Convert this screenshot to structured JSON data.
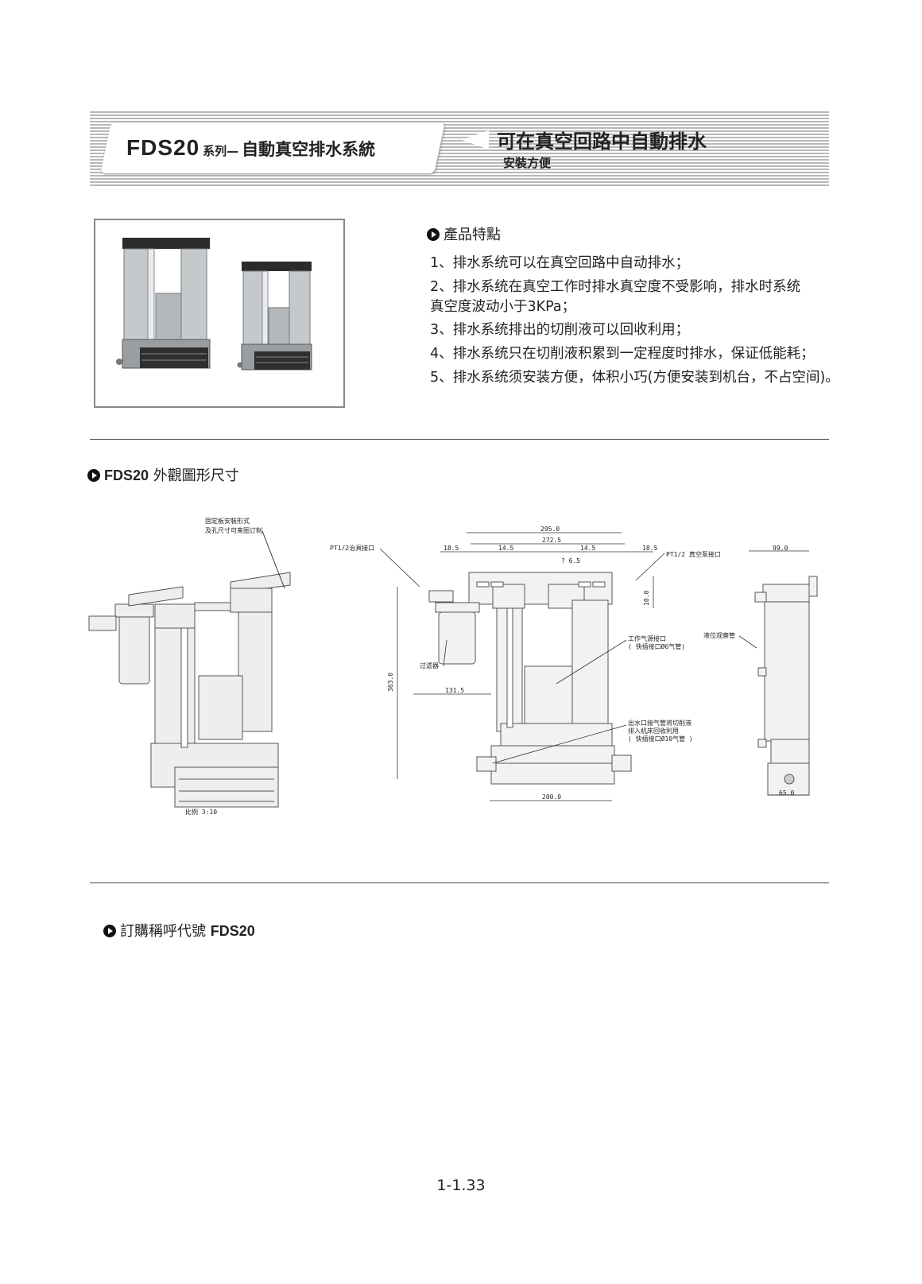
{
  "banner": {
    "model": "FDS20",
    "series": "系列—",
    "title": "自動真空排水系統",
    "headline": "可在真空回路中自動排水",
    "subline": "安裝方便"
  },
  "features": {
    "title": "產品特點",
    "items": [
      "1、排水系统可以在真空回路中自动排水；",
      "2、排水系统在真空工作时排水真空度不受影响，排水时系统",
      "真空度波动小于3KPa；",
      "3、排水系统排出的切削液可以回收利用；",
      "4、排水系统只在切削液积累到一定程度时排水，保证低能耗；",
      "5、排水系统须安装方便，体积小巧(方便安装到机台，不占空间)。"
    ]
  },
  "dimensions": {
    "title_model": "FDS20",
    "title_text": "外觀圖形尺寸",
    "notes": {
      "mount": [
        "固定板安裝形式",
        "及孔尺寸可来图订制"
      ],
      "scale": "比例 3:10",
      "jig_port": "PT1/2治具接口",
      "vac_port": "PT1/2 真空泵接口",
      "filter": "过滤器",
      "air_port": [
        "工作气源接口",
        "( 快插接口Ø6气管)"
      ],
      "outlet": [
        "出水口接气管将切削液",
        "排入机床回收利用",
        "( 快插接口Ø10气管 )"
      ],
      "level": "液位观察管"
    },
    "dims": {
      "d295": "295.0",
      "d272": "272.5",
      "d18a": "18.5",
      "d14a": "14.5",
      "d14b": "14.5",
      "d18b": "18.5",
      "d65s": "? 6.5",
      "d10": "10.0",
      "d363": "363.0",
      "d131": "131.5",
      "d200": "200.0",
      "d99": "99.0",
      "d65": "65.0"
    }
  },
  "ordering": {
    "title_text": "訂購稱呼代號",
    "title_model": "FDS20"
  },
  "page_number": "1-1.33"
}
